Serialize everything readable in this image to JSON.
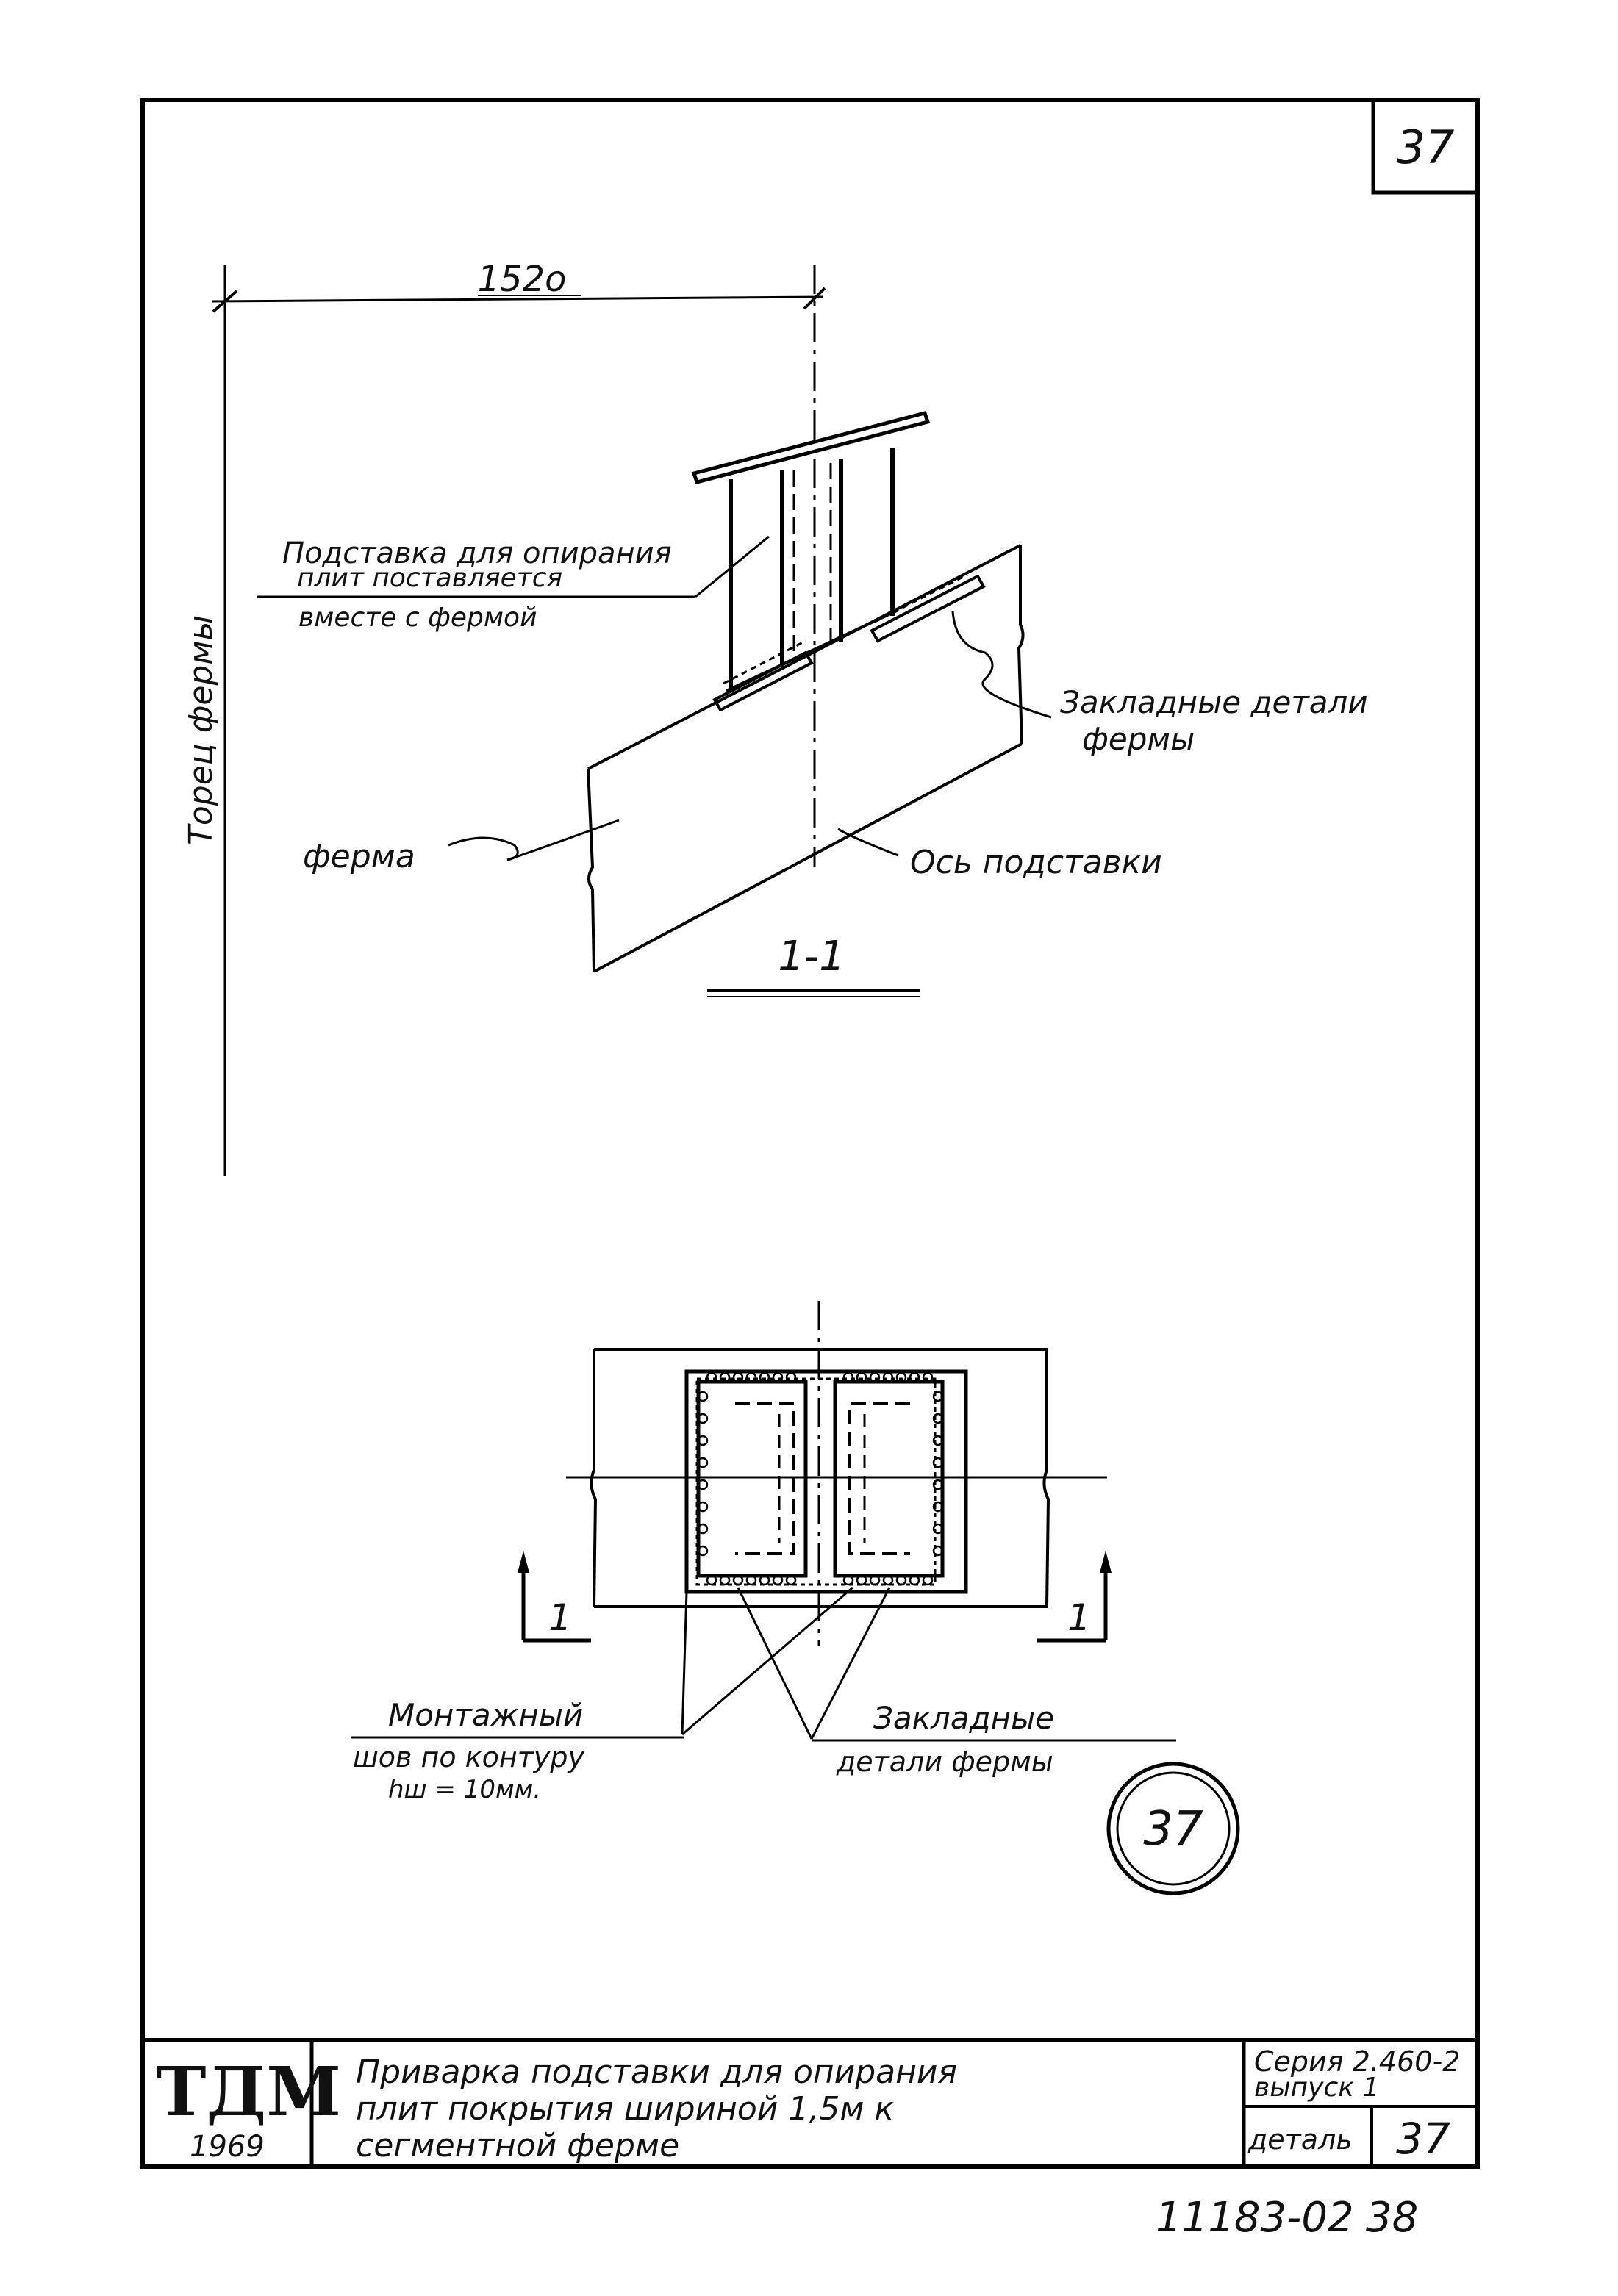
{
  "sheet": {
    "detail_number_top": "37"
  },
  "section_view": {
    "dimension": "152о",
    "side_label": "Торец фермы",
    "note_support_line1": "Подставка для опирания",
    "note_support_line2": "плит поставляется",
    "note_support_line3": "вместе с фермой",
    "note_embedded_line1": "Закладные детали",
    "note_embedded_line2": "фермы",
    "label_truss": "ферма",
    "label_axis": "Ось подставки",
    "section_title": "1-1"
  },
  "plan_view": {
    "cut_mark_left": "1",
    "cut_mark_right": "1",
    "note_weld_line1": "Монтажный",
    "note_weld_line2": "шов по контуру",
    "note_weld_line3": "hш = 10мм.",
    "note_embedded_line1": "Закладные",
    "note_embedded_line2": "детали фермы",
    "detail_circle": "37"
  },
  "title_block": {
    "org": "ТДМ",
    "year": "1969",
    "title_line1": "Приварка подставки для опирания",
    "title_line2": "плит покрытия шириной 1,5м к",
    "title_line3": "сегментной ферме",
    "series_line1": "Серия 2.460-2",
    "series_line2": "выпуск 1",
    "detail_label": "деталь",
    "detail_number": "37"
  },
  "footer": {
    "doc_number": "11183-02",
    "page_number": "38"
  }
}
